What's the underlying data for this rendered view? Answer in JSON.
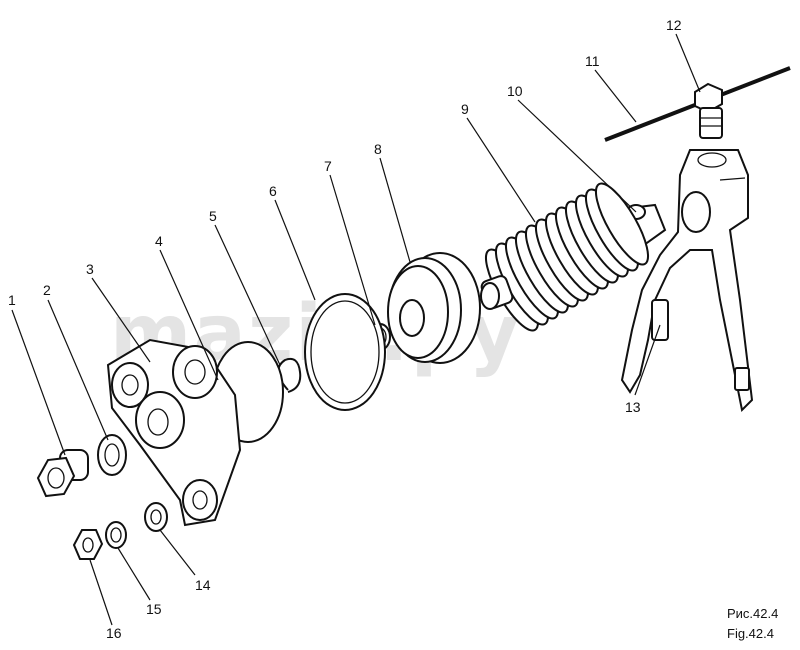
{
  "watermark": "maziк.py",
  "callouts": [
    {
      "id": "1",
      "label": "1"
    },
    {
      "id": "2",
      "label": "2"
    },
    {
      "id": "3",
      "label": "3"
    },
    {
      "id": "4",
      "label": "4"
    },
    {
      "id": "5",
      "label": "5"
    },
    {
      "id": "6",
      "label": "6"
    },
    {
      "id": "7",
      "label": "7"
    },
    {
      "id": "8",
      "label": "8"
    },
    {
      "id": "9",
      "label": "9"
    },
    {
      "id": "10",
      "label": "10"
    },
    {
      "id": "11",
      "label": "11"
    },
    {
      "id": "12",
      "label": "12"
    },
    {
      "id": "13",
      "label": "13"
    },
    {
      "id": "14",
      "label": "14"
    },
    {
      "id": "15",
      "label": "15"
    },
    {
      "id": "16",
      "label": "16"
    }
  ],
  "caption": {
    "ru": "Рис.42.4",
    "en": "Fig.42.4"
  }
}
